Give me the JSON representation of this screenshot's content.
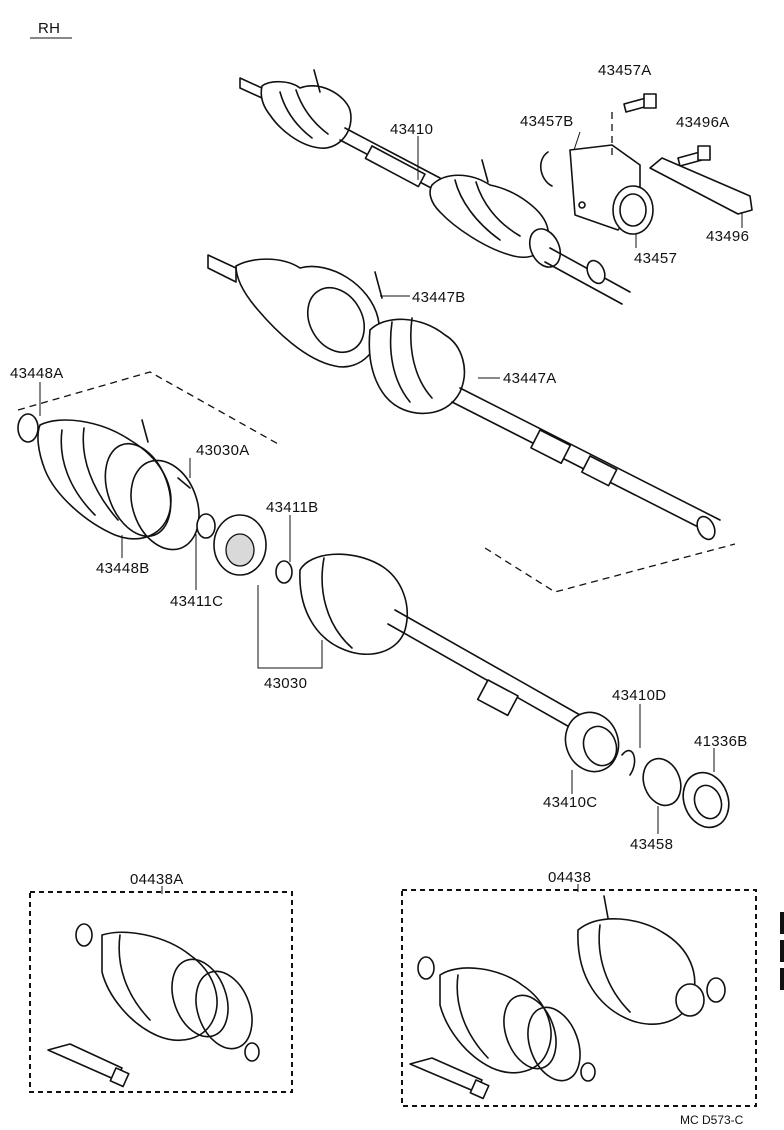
{
  "diagram": {
    "side_label": "RH",
    "figure_code": "MC D573-C",
    "parts": {
      "p43410": "43410",
      "p43457A": "43457A",
      "p43457B": "43457B",
      "p43496A": "43496A",
      "p43457": "43457",
      "p43496": "43496",
      "p43447B": "43447B",
      "p43447A": "43447A",
      "p43448A": "43448A",
      "p43030A": "43030A",
      "p43411B": "43411B",
      "p43448B": "43448B",
      "p43411C": "43411C",
      "p43030": "43030",
      "p43410D": "43410D",
      "p41336B": "41336B",
      "p43410C": "43410C",
      "p43458": "43458",
      "p04438A": "04438A",
      "p04438": "04438"
    }
  }
}
